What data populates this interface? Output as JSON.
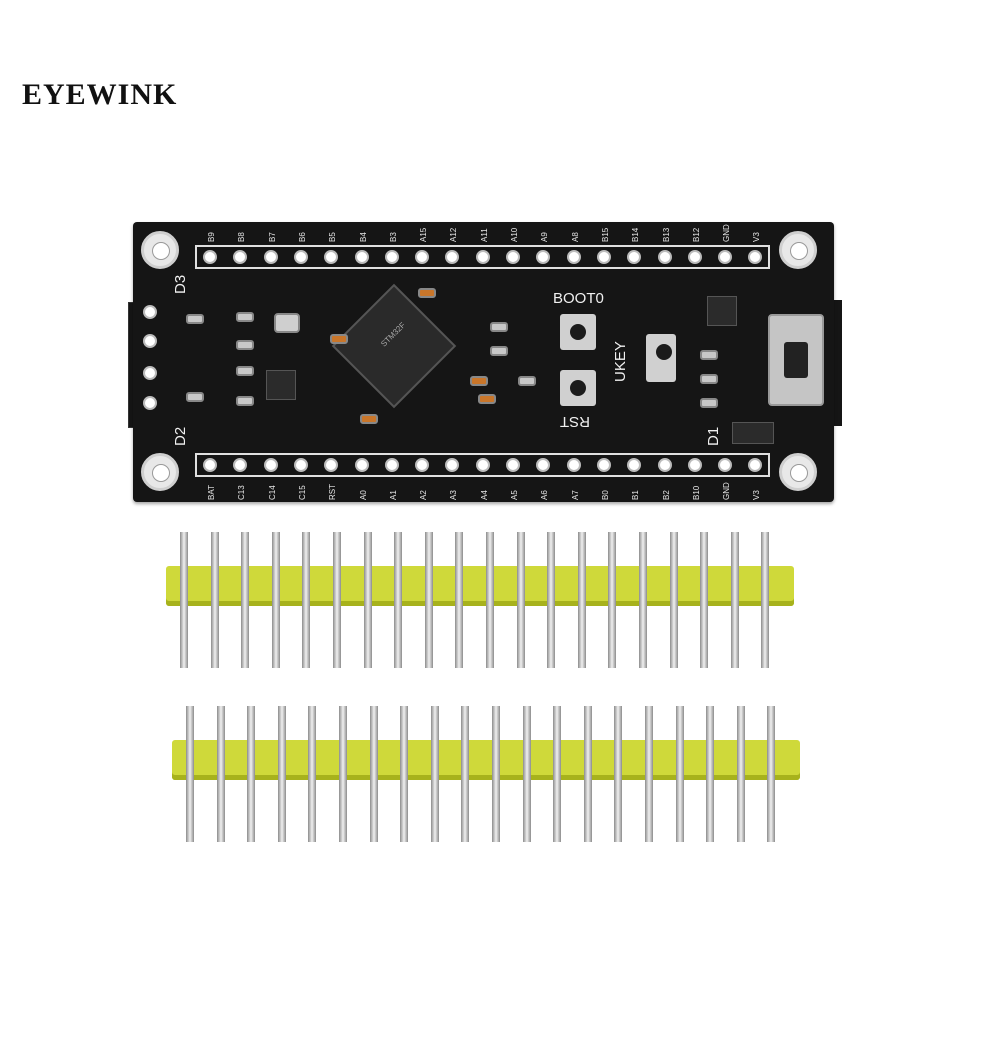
{
  "brand": "EYEWINK",
  "board": {
    "top_pins": [
      "B9",
      "B8",
      "B7",
      "B6",
      "B5",
      "B4",
      "B3",
      "A15",
      "A12",
      "A11",
      "A10",
      "A9",
      "A8",
      "B15",
      "B14",
      "B13",
      "B12",
      "GND",
      "V3"
    ],
    "bottom_pins": [
      "BAT",
      "C13",
      "C14",
      "C15",
      "RST",
      "A0",
      "A1",
      "A2",
      "A3",
      "A4",
      "A5",
      "A6",
      "A7",
      "B0",
      "B1",
      "B2",
      "B10",
      "GND",
      "V3"
    ],
    "labels": {
      "boot0": "BOOT0",
      "rst": "RST",
      "ukey": "UKEY",
      "d1": "D1",
      "d2": "D2",
      "d3": "D3"
    },
    "chip_marking": "STM32F"
  },
  "pin_headers": {
    "count": 2,
    "pins_per_header": 20,
    "insulator_color": "#cfd93a"
  }
}
